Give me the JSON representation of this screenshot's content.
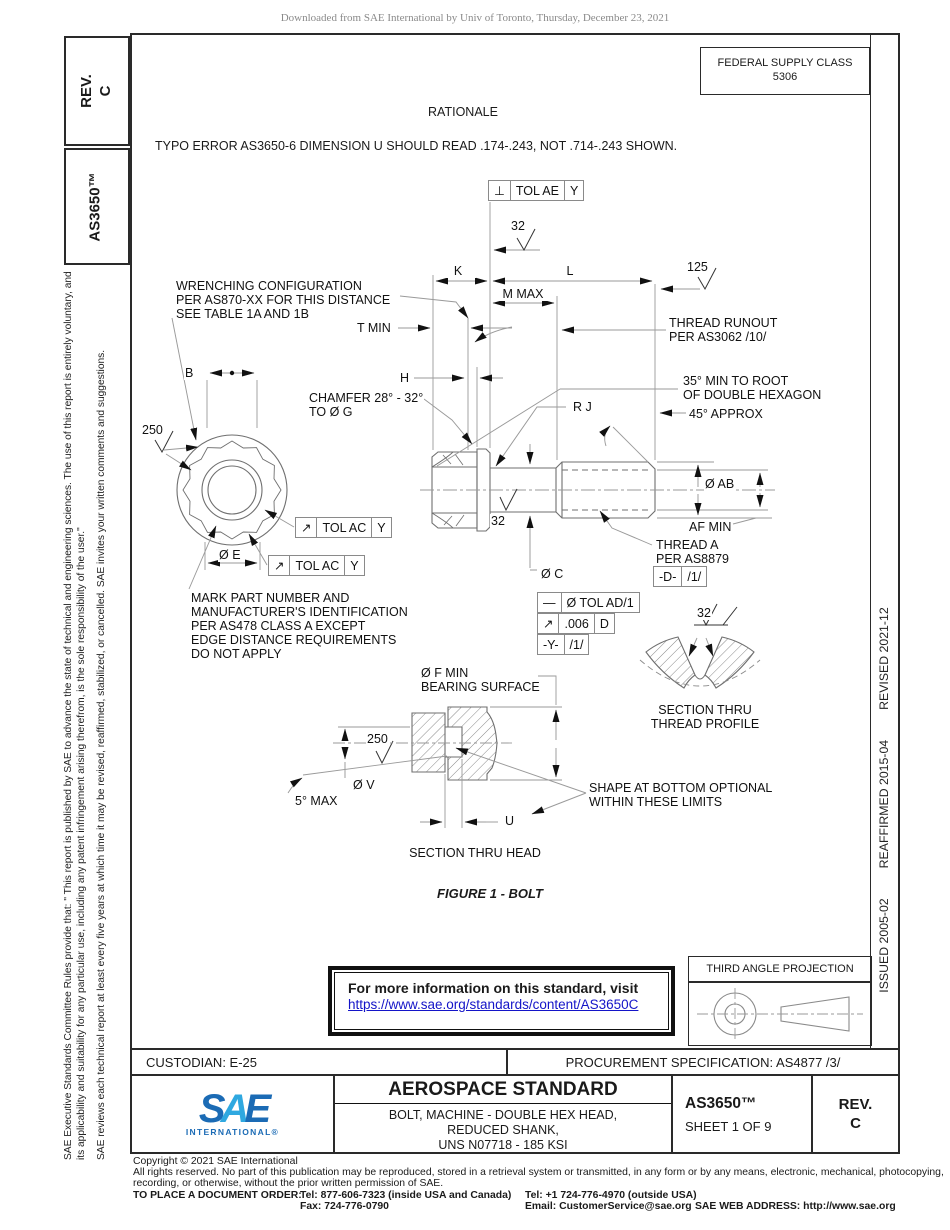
{
  "page": {
    "downloaded_note": "Downloaded from SAE International by Univ of Toronto, Thursday, December 23, 2021",
    "rationale_heading": "RATIONALE",
    "rationale_body": "TYPO ERROR AS3650-6 DIMENSION U SHOULD READ .174-.243, NOT .714-.243 SHOWN."
  },
  "left_bar": {
    "rev_line1": "REV.",
    "rev_line2": "C",
    "doc": "AS3650™",
    "para1": "SAE Executive Standards Committee Rules provide that: \" This report is published by SAE to advance the state of technical and engineering sciences. The use of this report is entirely voluntary, and its applicability and suitability for any particular use, including any patent infringement arising therefrom, is the sole responsibility of the user.\"",
    "para2": "SAE reviews each technical report at least every five years at which time it may be revised, reaffirmed, stabilized, or cancelled. SAE invites your written comments and suggestions."
  },
  "right_bar": {
    "issued": "ISSUED 2005-02",
    "reaffirmed": "REAFFIRMED 2015-04",
    "revised": "REVISED 2021-12"
  },
  "fsc": {
    "line1": "FEDERAL SUPPLY CLASS",
    "line2": "5306"
  },
  "drawing": {
    "fcf_ae": {
      "sym": "⊥",
      "tol": "TOL AE",
      "datum": "Y"
    },
    "fcf_ac": {
      "sym": "↗",
      "tol": "TOL AC",
      "datum": "Y"
    },
    "fcf_stack": {
      "r1_sym": "—",
      "r1_text": "Ø TOL AD/1",
      "r2_sym": "↗",
      "r2_val": ".006",
      "r2_datum": "D",
      "r3_sym": "-Y-",
      "r3_mod": "/1/"
    },
    "datum_d": "-D-",
    "datum_d_mod": "/1/",
    "dims": {
      "k": "K",
      "l": "L",
      "m_max": "M MAX",
      "t_min": "T MIN",
      "h": "H",
      "b": "B",
      "dia_e": "Ø E",
      "dia_c": "Ø C",
      "dia_ab": "Ø AB",
      "af_min": "AF MIN",
      "dia_v": "Ø V",
      "dia_f_1": "Ø F MIN",
      "dia_f_2": "BEARING SURFACE",
      "u": "U",
      "max5": "5° MAX",
      "r_j": "R J",
      "deg45": "45° APPROX"
    },
    "finish": {
      "f32": "32",
      "f125": "125",
      "f250": "250"
    },
    "notes": {
      "wrench": [
        "WRENCHING CONFIGURATION",
        "PER AS870-XX FOR THIS DISTANCE",
        "SEE TABLE 1A AND 1B"
      ],
      "runout": [
        "THREAD RUNOUT",
        "PER AS3062 /10/"
      ],
      "hex35": [
        "35° MIN TO ROOT",
        "OF DOUBLE HEXAGON"
      ],
      "chamfer": [
        "CHAMFER 28° - 32°",
        "TO Ø G"
      ],
      "thread_a": [
        "THREAD A",
        "PER AS8879"
      ],
      "mark": [
        "MARK PART NUMBER AND",
        "MANUFACTURER'S IDENTIFICATION",
        "PER AS478 CLASS A EXCEPT",
        "EDGE DISTANCE REQUIREMENTS",
        "DO NOT APPLY"
      ],
      "shape": [
        "SHAPE AT BOTTOM OPTIONAL",
        "WITHIN THESE LIMITS"
      ]
    },
    "captions": {
      "section_head": "SECTION THRU HEAD",
      "section_thread_1": "SECTION THRU",
      "section_thread_2": "THREAD PROFILE",
      "figure": "FIGURE 1 - BOLT"
    }
  },
  "info_box": {
    "line1": "For more information on this standard, visit",
    "link": "https://www.sae.org/standards/content/AS3650C"
  },
  "projection": {
    "label": "THIRD ANGLE PROJECTION"
  },
  "title_block": {
    "custodian": "CUSTODIAN: E-25",
    "procurement": "PROCUREMENT SPECIFICATION: AS4877 /3/",
    "logo_s": "S",
    "logo_a": "A",
    "logo_e": "E",
    "logo_sub": "INTERNATIONAL®",
    "heading": "AEROSPACE STANDARD",
    "sub1": "BOLT, MACHINE - DOUBLE HEX HEAD,",
    "sub2": "REDUCED SHANK,",
    "sub3": "UNS N07718 - 185 KSI",
    "doc": "AS3650™",
    "sheet": "SHEET 1 OF 9",
    "rev_label": "REV.",
    "rev": "C"
  },
  "footer": {
    "copyright": "Copyright © 2021 SAE International",
    "rights1": "All rights reserved. No part of this publication may be reproduced, stored in a retrieval system or transmitted, in any form or by any means, electronic, mechanical, photocopying,",
    "rights2": "recording, or otherwise, without the prior written permission of SAE.",
    "order_label": "TO PLACE A DOCUMENT ORDER:",
    "tel1": "Tel: 877-606-7323 (inside USA and Canada)",
    "tel2": "Tel: +1 724-776-4970 (outside USA)",
    "fax": "Fax: 724-776-0790",
    "email": "Email: CustomerService@sae.org",
    "web": "SAE WEB ADDRESS: http://www.sae.org"
  }
}
